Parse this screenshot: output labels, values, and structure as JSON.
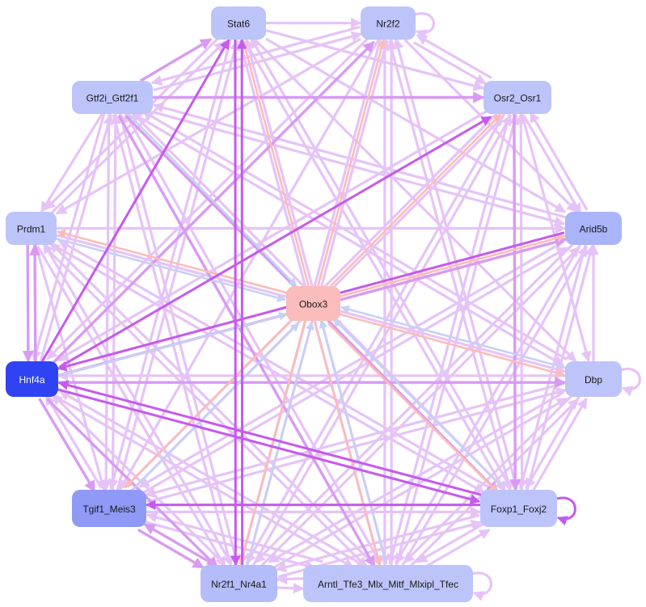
{
  "palette": {
    "edge_light": "#e6c3f7",
    "edge_mid": "#d89af3",
    "edge_strong": "#c55aed",
    "edge_salmon": "#fbbcb8",
    "edge_blue": "#c6d1f4",
    "node_default": "#bcc4fa",
    "node_medium": "#8f9af7",
    "node_dark": "#2f43f2",
    "node_obox": "#fbbcbc",
    "text_dark": "#1a1a1a",
    "text_light": "#ffffff"
  },
  "nodes": [
    {
      "id": "Stat6",
      "label": "Stat6",
      "color": "#bcc4fa",
      "text": "#1a1a1a"
    },
    {
      "id": "Nr2f2",
      "label": "Nr2f2",
      "color": "#bcc4fa",
      "text": "#1a1a1a"
    },
    {
      "id": "Gtf2i_Gtf2f1",
      "label": "Gtf2i_Gtf2f1",
      "color": "#bcc4fa",
      "text": "#1a1a1a"
    },
    {
      "id": "Osr2_Osr1",
      "label": "Osr2_Osr1",
      "color": "#bcc4fa",
      "text": "#1a1a1a"
    },
    {
      "id": "Prdm1",
      "label": "Prdm1",
      "color": "#bcc4fa",
      "text": "#1a1a1a"
    },
    {
      "id": "Arid5b",
      "label": "Arid5b",
      "color": "#aab4f8",
      "text": "#1a1a1a"
    },
    {
      "id": "Obox3",
      "label": "Obox3",
      "color": "#fbbcbc",
      "text": "#1a1a1a"
    },
    {
      "id": "Hnf4a",
      "label": "Hnf4a",
      "color": "#2f43f2",
      "text": "#ffffff"
    },
    {
      "id": "Dbp",
      "label": "Dbp",
      "color": "#bcc4fa",
      "text": "#1a1a1a"
    },
    {
      "id": "Tgif1_Meis3",
      "label": "Tgif1_Meis3",
      "color": "#8f9af7",
      "text": "#1a1a1a"
    },
    {
      "id": "Foxp1_Foxj2",
      "label": "Foxp1_Foxj2",
      "color": "#bcc4fa",
      "text": "#1a1a1a"
    },
    {
      "id": "Nr2f1_Nr4a1",
      "label": "Nr2f1_Nr4a1",
      "color": "#b4bcf9",
      "text": "#1a1a1a"
    },
    {
      "id": "Arntl_Tfe3",
      "label": "Arntl_Tfe3_Mlx_Mitf_Mlxipl_Tfec",
      "color": "#bcc4fa",
      "text": "#1a1a1a"
    }
  ],
  "edges": [
    {
      "from": "Stat6",
      "to": "Nr2f2",
      "style": "light"
    },
    {
      "from": "Stat6",
      "to": "Osr2_Osr1",
      "style": "light"
    },
    {
      "from": "Stat6",
      "to": "Arid5b",
      "style": "light"
    },
    {
      "from": "Stat6",
      "to": "Dbp",
      "style": "light"
    },
    {
      "from": "Stat6",
      "to": "Foxp1_Foxj2",
      "style": "light"
    },
    {
      "from": "Stat6",
      "to": "Nr2f1_Nr4a1",
      "style": "strong"
    },
    {
      "from": "Stat6",
      "to": "Prdm1",
      "style": "light"
    },
    {
      "from": "Stat6",
      "to": "Tgif1_Meis3",
      "style": "light"
    },
    {
      "from": "Stat6",
      "to": "Arntl_Tfe3",
      "style": "light"
    },
    {
      "from": "Gtf2i_Gtf2f1",
      "to": "Stat6",
      "style": "mid"
    },
    {
      "from": "Gtf2i_Gtf2f1",
      "to": "Nr2f2",
      "style": "light"
    },
    {
      "from": "Gtf2i_Gtf2f1",
      "to": "Osr2_Osr1",
      "style": "mid"
    },
    {
      "from": "Gtf2i_Gtf2f1",
      "to": "Arid5b",
      "style": "light"
    },
    {
      "from": "Gtf2i_Gtf2f1",
      "to": "Dbp",
      "style": "light"
    },
    {
      "from": "Gtf2i_Gtf2f1",
      "to": "Foxp1_Foxj2",
      "style": "mid"
    },
    {
      "from": "Gtf2i_Gtf2f1",
      "to": "Arntl_Tfe3",
      "style": "mid"
    },
    {
      "from": "Gtf2i_Gtf2f1",
      "to": "Nr2f1_Nr4a1",
      "style": "light"
    },
    {
      "from": "Gtf2i_Gtf2f1",
      "to": "Tgif1_Meis3",
      "style": "light"
    },
    {
      "from": "Gtf2i_Gtf2f1",
      "to": "Hnf4a",
      "style": "light"
    },
    {
      "from": "Gtf2i_Gtf2f1",
      "to": "Prdm1",
      "style": "light"
    },
    {
      "from": "Gtf2i_Gtf2f1",
      "to": "Obox3",
      "style": "blue"
    },
    {
      "from": "Nr2f2",
      "to": "Nr2f2",
      "style": "light"
    },
    {
      "from": "Nr2f2",
      "to": "Osr2_Osr1",
      "style": "light"
    },
    {
      "from": "Nr2f2",
      "to": "Arid5b",
      "style": "light"
    },
    {
      "from": "Nr2f2",
      "to": "Foxp1_Foxj2",
      "style": "light"
    },
    {
      "from": "Nr2f2",
      "to": "Arntl_Tfe3",
      "style": "light"
    },
    {
      "from": "Nr2f2",
      "to": "Nr2f1_Nr4a1",
      "style": "light"
    },
    {
      "from": "Nr2f2",
      "to": "Tgif1_Meis3",
      "style": "light"
    },
    {
      "from": "Nr2f2",
      "to": "Hnf4a",
      "style": "light"
    },
    {
      "from": "Nr2f2",
      "to": "Prdm1",
      "style": "light"
    },
    {
      "from": "Nr2f2",
      "to": "Gtf2i_Gtf2f1",
      "style": "light"
    },
    {
      "from": "Obox3",
      "to": "Stat6",
      "style": "salmon"
    },
    {
      "from": "Obox3",
      "to": "Nr2f2",
      "style": "salmon"
    },
    {
      "from": "Obox3",
      "to": "Osr2_Osr1",
      "style": "salmon"
    },
    {
      "from": "Obox3",
      "to": "Arid5b",
      "style": "salmon"
    },
    {
      "from": "Obox3",
      "to": "Dbp",
      "style": "salmon"
    },
    {
      "from": "Obox3",
      "to": "Foxp1_Foxj2",
      "style": "salmon"
    },
    {
      "from": "Obox3",
      "to": "Arntl_Tfe3",
      "style": "salmon"
    },
    {
      "from": "Obox3",
      "to": "Nr2f1_Nr4a1",
      "style": "salmon"
    },
    {
      "from": "Obox3",
      "to": "Tgif1_Meis3",
      "style": "salmon"
    },
    {
      "from": "Obox3",
      "to": "Hnf4a",
      "style": "salmon"
    },
    {
      "from": "Obox3",
      "to": "Prdm1",
      "style": "salmon"
    },
    {
      "from": "Prdm1",
      "to": "Obox3",
      "style": "blue"
    },
    {
      "from": "Dbp",
      "to": "Obox3",
      "style": "blue"
    },
    {
      "from": "Foxp1_Foxj2",
      "to": "Obox3",
      "style": "blue"
    },
    {
      "from": "Arntl_Tfe3",
      "to": "Obox3",
      "style": "blue"
    },
    {
      "from": "Nr2f1_Nr4a1",
      "to": "Obox3",
      "style": "blue"
    },
    {
      "from": "Tgif1_Meis3",
      "to": "Obox3",
      "style": "blue"
    },
    {
      "from": "Hnf4a",
      "to": "Obox3",
      "style": "blue"
    },
    {
      "from": "Osr2_Osr1",
      "to": "Arid5b",
      "style": "light"
    },
    {
      "from": "Osr2_Osr1",
      "to": "Dbp",
      "style": "light"
    },
    {
      "from": "Osr2_Osr1",
      "to": "Foxp1_Foxj2",
      "style": "mid"
    },
    {
      "from": "Osr2_Osr1",
      "to": "Arntl_Tfe3",
      "style": "light"
    },
    {
      "from": "Osr2_Osr1",
      "to": "Nr2f1_Nr4a1",
      "style": "light"
    },
    {
      "from": "Osr2_Osr1",
      "to": "Tgif1_Meis3",
      "style": "light"
    },
    {
      "from": "Osr2_Osr1",
      "to": "Hnf4a",
      "style": "light"
    },
    {
      "from": "Osr2_Osr1",
      "to": "Nr2f2",
      "style": "light"
    },
    {
      "from": "Prdm1",
      "to": "Stat6",
      "style": "light"
    },
    {
      "from": "Prdm1",
      "to": "Arid5b",
      "style": "light"
    },
    {
      "from": "Prdm1",
      "to": "Dbp",
      "style": "light"
    },
    {
      "from": "Prdm1",
      "to": "Foxp1_Foxj2",
      "style": "light"
    },
    {
      "from": "Prdm1",
      "to": "Arntl_Tfe3",
      "style": "light"
    },
    {
      "from": "Prdm1",
      "to": "Nr2f1_Nr4a1",
      "style": "light"
    },
    {
      "from": "Prdm1",
      "to": "Tgif1_Meis3",
      "style": "light"
    },
    {
      "from": "Prdm1",
      "to": "Hnf4a",
      "style": "mid"
    },
    {
      "from": "Arid5b",
      "to": "Hnf4a",
      "style": "strong"
    },
    {
      "from": "Arid5b",
      "to": "Osr2_Osr1",
      "style": "light"
    },
    {
      "from": "Arid5b",
      "to": "Tgif1_Meis3",
      "style": "light"
    },
    {
      "from": "Arid5b",
      "to": "Nr2f1_Nr4a1",
      "style": "light"
    },
    {
      "from": "Arid5b",
      "to": "Arntl_Tfe3",
      "style": "light"
    },
    {
      "from": "Arid5b",
      "to": "Foxp1_Foxj2",
      "style": "light"
    },
    {
      "from": "Arid5b",
      "to": "Gtf2i_Gtf2f1",
      "style": "light"
    },
    {
      "from": "Hnf4a",
      "to": "Prdm1",
      "style": "mid"
    },
    {
      "from": "Hnf4a",
      "to": "Stat6",
      "style": "strong"
    },
    {
      "from": "Hnf4a",
      "to": "Nr2f2",
      "style": "mid"
    },
    {
      "from": "Hnf4a",
      "to": "Osr2_Osr1",
      "style": "strong"
    },
    {
      "from": "Hnf4a",
      "to": "Arid5b",
      "style": "mid"
    },
    {
      "from": "Hnf4a",
      "to": "Dbp",
      "style": "mid"
    },
    {
      "from": "Hnf4a",
      "to": "Foxp1_Foxj2",
      "style": "strong"
    },
    {
      "from": "Hnf4a",
      "to": "Tgif1_Meis3",
      "style": "mid"
    },
    {
      "from": "Hnf4a",
      "to": "Nr2f1_Nr4a1",
      "style": "mid"
    },
    {
      "from": "Hnf4a",
      "to": "Arntl_Tfe3",
      "style": "light"
    },
    {
      "from": "Hnf4a",
      "to": "Gtf2i_Gtf2f1",
      "style": "light"
    },
    {
      "from": "Dbp",
      "to": "Dbp",
      "style": "light"
    },
    {
      "from": "Dbp",
      "to": "Arid5b",
      "style": "light"
    },
    {
      "from": "Dbp",
      "to": "Hnf4a",
      "style": "light"
    },
    {
      "from": "Dbp",
      "to": "Foxp1_Foxj2",
      "style": "light"
    },
    {
      "from": "Dbp",
      "to": "Tgif1_Meis3",
      "style": "light"
    },
    {
      "from": "Dbp",
      "to": "Nr2f1_Nr4a1",
      "style": "light"
    },
    {
      "from": "Dbp",
      "to": "Arntl_Tfe3",
      "style": "light"
    },
    {
      "from": "Dbp",
      "to": "Gtf2i_Gtf2f1",
      "style": "light"
    },
    {
      "from": "Tgif1_Meis3",
      "to": "Stat6",
      "style": "light"
    },
    {
      "from": "Tgif1_Meis3",
      "to": "Gtf2i_Gtf2f1",
      "style": "light"
    },
    {
      "from": "Tgif1_Meis3",
      "to": "Osr2_Osr1",
      "style": "light"
    },
    {
      "from": "Tgif1_Meis3",
      "to": "Arid5b",
      "style": "light"
    },
    {
      "from": "Tgif1_Meis3",
      "to": "Dbp",
      "style": "light"
    },
    {
      "from": "Tgif1_Meis3",
      "to": "Foxp1_Foxj2",
      "style": "light"
    },
    {
      "from": "Tgif1_Meis3",
      "to": "Nr2f1_Nr4a1",
      "style": "mid"
    },
    {
      "from": "Tgif1_Meis3",
      "to": "Arntl_Tfe3",
      "style": "light"
    },
    {
      "from": "Tgif1_Meis3",
      "to": "Hnf4a",
      "style": "light"
    },
    {
      "from": "Foxp1_Foxj2",
      "to": "Foxp1_Foxj2",
      "style": "strong"
    },
    {
      "from": "Foxp1_Foxj2",
      "to": "Tgif1_Meis3",
      "style": "strong"
    },
    {
      "from": "Foxp1_Foxj2",
      "to": "Hnf4a",
      "style": "strong"
    },
    {
      "from": "Foxp1_Foxj2",
      "to": "Dbp",
      "style": "light"
    },
    {
      "from": "Foxp1_Foxj2",
      "to": "Arid5b",
      "style": "light"
    },
    {
      "from": "Foxp1_Foxj2",
      "to": "Osr2_Osr1",
      "style": "light"
    },
    {
      "from": "Foxp1_Foxj2",
      "to": "Nr2f2",
      "style": "light"
    },
    {
      "from": "Foxp1_Foxj2",
      "to": "Stat6",
      "style": "light"
    },
    {
      "from": "Foxp1_Foxj2",
      "to": "Gtf2i_Gtf2f1",
      "style": "light"
    },
    {
      "from": "Foxp1_Foxj2",
      "to": "Prdm1",
      "style": "light"
    },
    {
      "from": "Foxp1_Foxj2",
      "to": "Nr2f1_Nr4a1",
      "style": "light"
    },
    {
      "from": "Foxp1_Foxj2",
      "to": "Arntl_Tfe3",
      "style": "light"
    },
    {
      "from": "Nr2f1_Nr4a1",
      "to": "Stat6",
      "style": "strong"
    },
    {
      "from": "Nr2f1_Nr4a1",
      "to": "Tgif1_Meis3",
      "style": "mid"
    },
    {
      "from": "Nr2f1_Nr4a1",
      "to": "Hnf4a",
      "style": "light"
    },
    {
      "from": "Nr2f1_Nr4a1",
      "to": "Prdm1",
      "style": "light"
    },
    {
      "from": "Nr2f1_Nr4a1",
      "to": "Gtf2i_Gtf2f1",
      "style": "light"
    },
    {
      "from": "Nr2f1_Nr4a1",
      "to": "Nr2f2",
      "style": "light"
    },
    {
      "from": "Nr2f1_Nr4a1",
      "to": "Osr2_Osr1",
      "style": "light"
    },
    {
      "from": "Nr2f1_Nr4a1",
      "to": "Arid5b",
      "style": "light"
    },
    {
      "from": "Nr2f1_Nr4a1",
      "to": "Dbp",
      "style": "light"
    },
    {
      "from": "Nr2f1_Nr4a1",
      "to": "Foxp1_Foxj2",
      "style": "light"
    },
    {
      "from": "Nr2f1_Nr4a1",
      "to": "Arntl_Tfe3",
      "style": "light"
    },
    {
      "from": "Arntl_Tfe3",
      "to": "Arntl_Tfe3",
      "style": "light"
    },
    {
      "from": "Arntl_Tfe3",
      "to": "Nr2f1_Nr4a1",
      "style": "light"
    },
    {
      "from": "Arntl_Tfe3",
      "to": "Tgif1_Meis3",
      "style": "light"
    },
    {
      "from": "Arntl_Tfe3",
      "to": "Hnf4a",
      "style": "light"
    },
    {
      "from": "Arntl_Tfe3",
      "to": "Prdm1",
      "style": "light"
    },
    {
      "from": "Arntl_Tfe3",
      "to": "Gtf2i_Gtf2f1",
      "style": "light"
    },
    {
      "from": "Arntl_Tfe3",
      "to": "Stat6",
      "style": "light"
    },
    {
      "from": "Arntl_Tfe3",
      "to": "Nr2f2",
      "style": "light"
    },
    {
      "from": "Arntl_Tfe3",
      "to": "Osr2_Osr1",
      "style": "light"
    },
    {
      "from": "Arntl_Tfe3",
      "to": "Arid5b",
      "style": "light"
    },
    {
      "from": "Arntl_Tfe3",
      "to": "Dbp",
      "style": "light"
    },
    {
      "from": "Arntl_Tfe3",
      "to": "Foxp1_Foxj2",
      "style": "light"
    }
  ]
}
